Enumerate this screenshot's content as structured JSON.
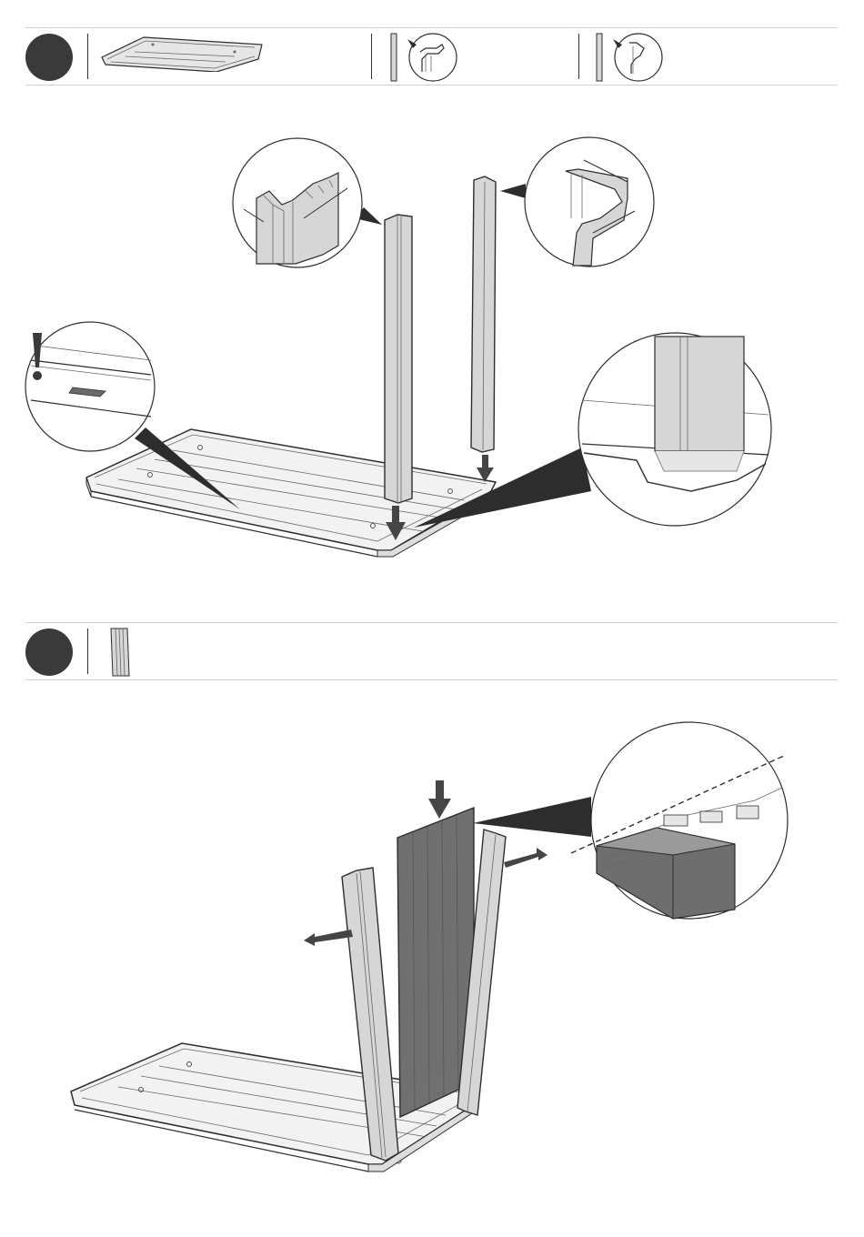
{
  "steps": [
    {
      "parts": [
        "tabletop",
        "leg-panel-a",
        "leg-panel-b"
      ]
    },
    {
      "parts": [
        "center-panel"
      ]
    }
  ],
  "icons": {
    "warning": "exclamation-icon",
    "press": "arrow-down-icon"
  },
  "colors": {
    "step_circle": "#3a3a3a",
    "part_fill": "#d6d6d6",
    "panel_dark": "#707070",
    "arrow": "#454545"
  }
}
